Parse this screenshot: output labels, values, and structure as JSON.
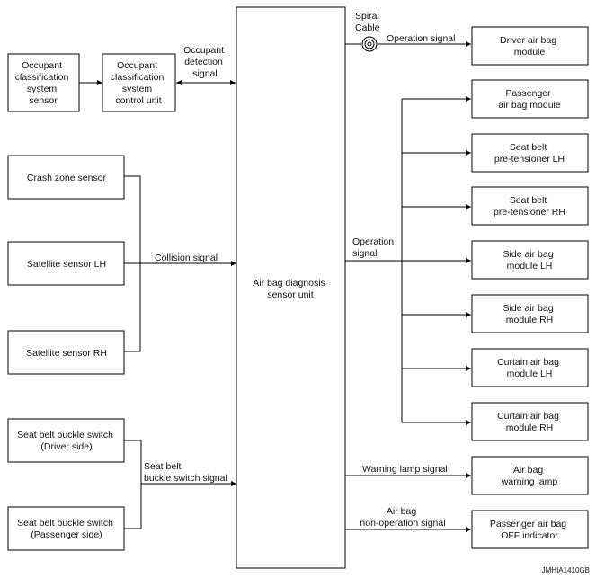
{
  "center_unit": {
    "lines": [
      "Air bag diagnosis",
      "sensor unit"
    ]
  },
  "left_boxes": {
    "occupant_sensor": [
      "Occupant",
      "classification",
      "system",
      "sensor"
    ],
    "occupant_control_unit": [
      "Occupant",
      "classification",
      "system",
      "control unit"
    ],
    "crash_zone": [
      "Crash zone sensor"
    ],
    "satellite_lh": [
      "Satellite sensor LH"
    ],
    "satellite_rh": [
      "Satellite sensor RH"
    ],
    "buckle_driver": [
      "Seat belt buckle switch",
      "(Driver side)"
    ],
    "buckle_passenger": [
      "Seat belt buckle switch",
      "(Passenger side)"
    ]
  },
  "right_boxes": {
    "driver_airbag": [
      "Driver air bag",
      "module"
    ],
    "passenger_airbag": [
      "Passenger",
      "air bag module"
    ],
    "pretensioner_lh": [
      "Seat belt",
      "pre-tensioner LH"
    ],
    "pretensioner_rh": [
      "Seat belt",
      "pre-tensioner RH"
    ],
    "side_lh": [
      "Side air bag",
      "module LH"
    ],
    "side_rh": [
      "Side air bag",
      "module RH"
    ],
    "curtain_lh": [
      "Curtain air bag",
      "module LH"
    ],
    "curtain_rh": [
      "Curtain air bag",
      "module RH"
    ],
    "warning_lamp": [
      "Air bag",
      "warning lamp"
    ],
    "off_indicator": [
      "Passenger air bag",
      "OFF indicator"
    ]
  },
  "signals": {
    "occupant_detection": [
      "Occupant",
      "detection",
      "signal"
    ],
    "collision": [
      "Collision signal"
    ],
    "buckle_switch": [
      "Seat belt",
      "buckle switch signal"
    ],
    "spiral_cable": [
      "Spiral",
      "Cable"
    ],
    "operation_top": [
      "Operation signal"
    ],
    "operation": [
      "Operation",
      "signal"
    ],
    "warning_lamp": [
      "Warning lamp signal"
    ],
    "non_operation": [
      "Air bag",
      "non-operation signal"
    ]
  },
  "reference_code": "JMHIA1410GB"
}
